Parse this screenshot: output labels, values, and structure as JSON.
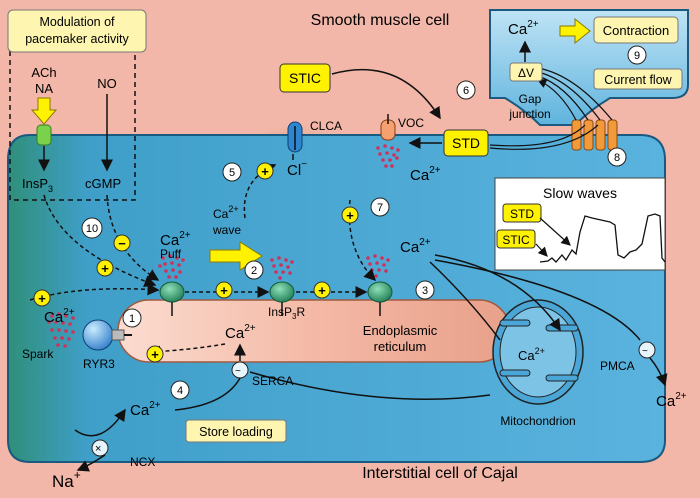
{
  "title_top": "Smooth muscle cell",
  "title_bottom": "Interstitial cell of Cajal",
  "pacemaker_box": {
    "line1": "Modulation of",
    "line2": "pacemaker activity"
  },
  "ach": "ACh",
  "na_label": "NA",
  "no": "NO",
  "insp3": "InsP",
  "cgmp": "cGMP",
  "stic": "STIC",
  "std": "STD",
  "clca": "CLCA",
  "cl": "Cl",
  "voc": "VOC",
  "ca": "Ca",
  "contraction": "Contraction",
  "dv": "ΔV",
  "current_flow": "Current flow",
  "gap_junction": {
    "line1": "Gap",
    "line2": "junction"
  },
  "slow_waves": "Slow waves",
  "puff": "Puff",
  "wave": "wave",
  "spark": "Spark",
  "ryr3": "RYR3",
  "insp3r": "InsP",
  "insp3r_suffix": "R",
  "er": {
    "line1": "Endoplasmic",
    "line2": "reticulum"
  },
  "serca": "SERCA",
  "store_loading": "Store loading",
  "mitochondrion": "Mitochondrion",
  "pmca": "PMCA",
  "ncx": "NCX",
  "na_ion": "Na",
  "numbers": [
    "1",
    "2",
    "3",
    "4",
    "5",
    "6",
    "7",
    "8",
    "9",
    "10"
  ],
  "colors": {
    "background": "#f2b7a8",
    "cell": "#4aa6d6",
    "label_box": "#fdf5b0",
    "yellow": "#fff200",
    "receptor": "#2e9e6f"
  }
}
